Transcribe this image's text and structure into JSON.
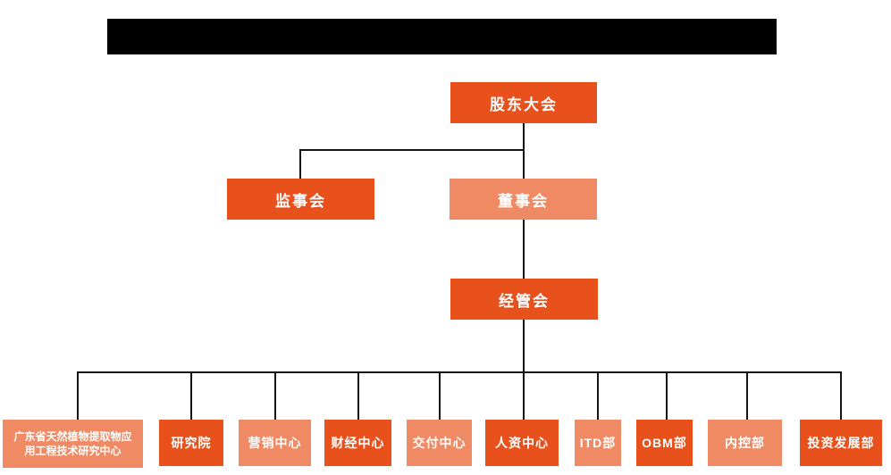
{
  "colors": {
    "primary_dark": "#E8511C",
    "primary_light": "#EF8A64",
    "line": "#141414",
    "text_on_box": "#FFFFFF",
    "background": "#FFFFFF",
    "redacted_bar": "#000000"
  },
  "org": {
    "shareholders": {
      "label": "股东大会",
      "variant": "dark"
    },
    "supervisory": {
      "label": "监事会",
      "variant": "dark"
    },
    "board": {
      "label": "董事会",
      "variant": "light"
    },
    "management": {
      "label": "经管会",
      "variant": "dark"
    },
    "departments": [
      {
        "lines": [
          "广东省天然植物提取物应",
          "用工程技术研究中心"
        ],
        "variant": "light"
      },
      {
        "label": "研究院",
        "variant": "dark"
      },
      {
        "label": "营销中心",
        "variant": "light"
      },
      {
        "label": "财经中心",
        "variant": "dark"
      },
      {
        "label": "交付中心",
        "variant": "light"
      },
      {
        "label": "人资中心",
        "variant": "dark"
      },
      {
        "label": "ITD部",
        "variant": "light"
      },
      {
        "label": "OBM部",
        "variant": "dark"
      },
      {
        "label": "内控部",
        "variant": "light"
      },
      {
        "label": "投资发展部",
        "variant": "dark"
      }
    ]
  }
}
